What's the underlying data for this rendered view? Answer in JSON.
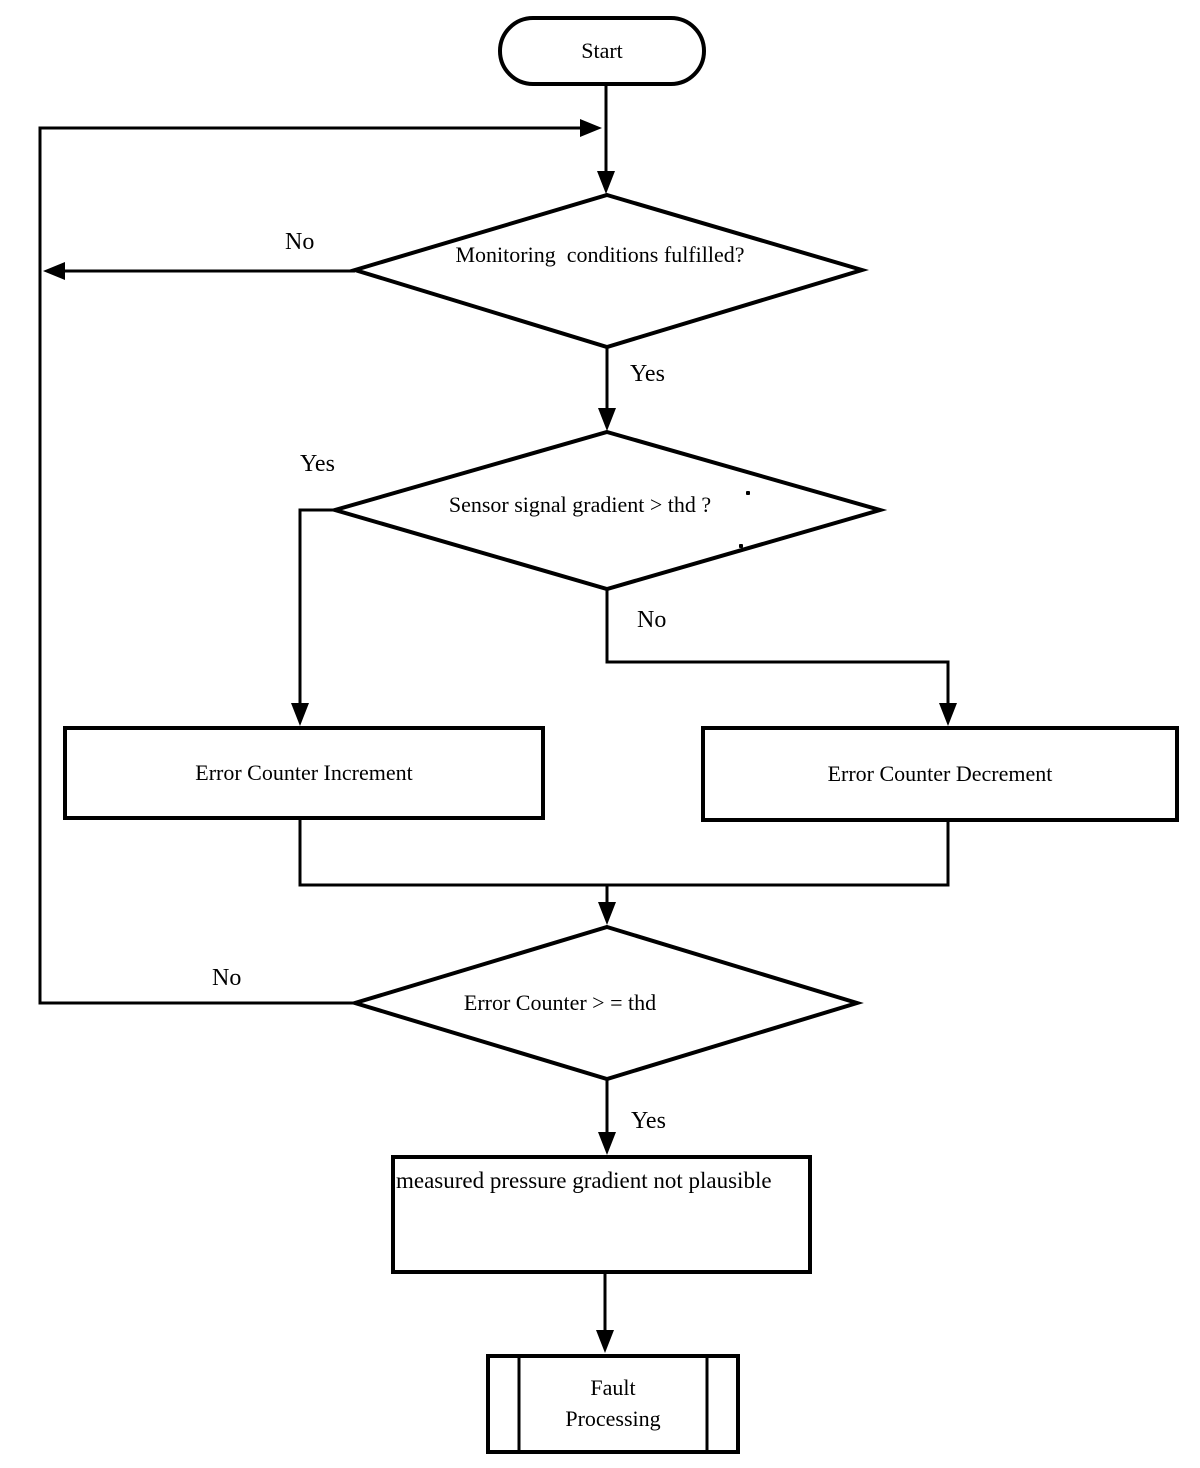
{
  "flowchart": {
    "nodes": {
      "start": {
        "type": "terminator",
        "label": "Start"
      },
      "monitoring_decision": {
        "type": "decision",
        "label": "Monitoring  conditions fulfilled?"
      },
      "gradient_decision": {
        "type": "decision",
        "label": "Sensor signal gradient > thd ?"
      },
      "error_counter_increment": {
        "type": "process",
        "label": "Error Counter Increment"
      },
      "error_counter_decrement": {
        "type": "process",
        "label": "Error Counter Decrement"
      },
      "counter_decision": {
        "type": "decision",
        "label": "Error Counter > = thd"
      },
      "not_plausible": {
        "type": "process",
        "label": "measured pressure gradient not plausible"
      },
      "fault_processing": {
        "type": "predefined-process",
        "label": "Fault\nProcessing"
      }
    },
    "edge_labels": {
      "monitoring_no": "No",
      "monitoring_yes": "Yes",
      "gradient_yes": "Yes",
      "gradient_no": "No",
      "counter_no": "No",
      "counter_yes": "Yes"
    },
    "colors": {
      "ink": "#000000",
      "paper": "#ffffff"
    }
  }
}
